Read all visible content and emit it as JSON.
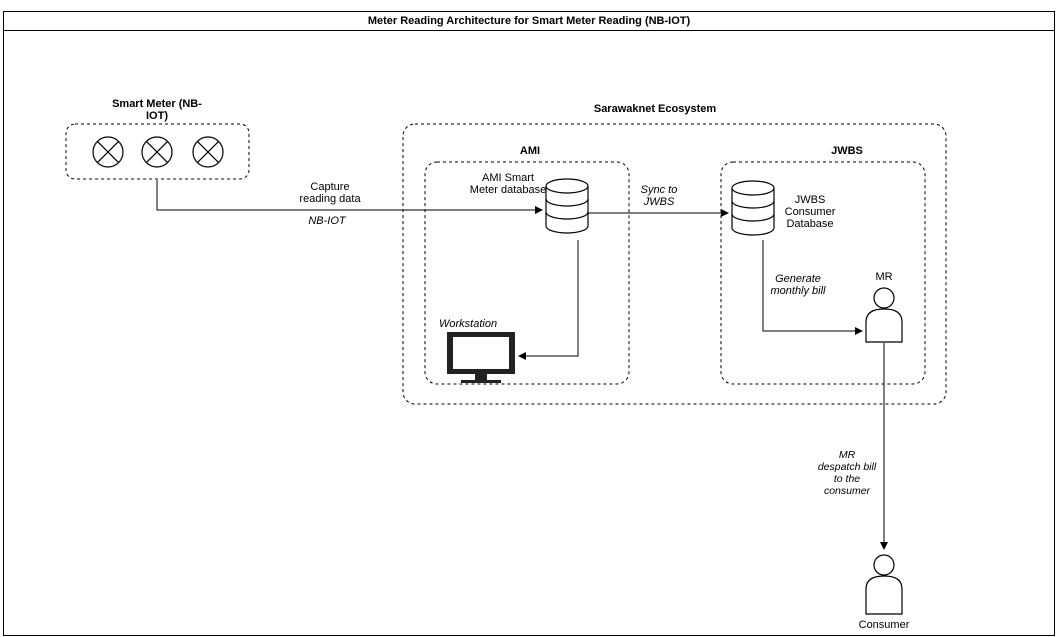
{
  "title": "Meter Reading Architecture for Smart Meter Reading (NB-IOT)",
  "smart_meter": {
    "label_line1": "Smart Meter (NB-",
    "label_line2": "IOT)",
    "meter_icon": "meter-x-circle-icon"
  },
  "ecosystem": {
    "label": "Sarawaknet Ecosystem"
  },
  "ami": {
    "label": "AMI",
    "db_label_line1": "AMI Smart",
    "db_label_line2": "Meter database",
    "workstation_label": "Workstation"
  },
  "jwbs": {
    "label": "JWBS",
    "db_label_line1": "JWBS",
    "db_label_line2": "Consumer",
    "db_label_line3": "Database",
    "mr_label": "MR"
  },
  "edges": {
    "capture_line1": "Capture",
    "capture_line2": "reading data",
    "nbiot": "NB-IOT",
    "sync_line1": "Sync to",
    "sync_line2": "JWBS",
    "generate_line1": "Generate",
    "generate_line2": "monthly bill",
    "despatch_line1": "MR",
    "despatch_line2": "despatch bill",
    "despatch_line3": "to the",
    "despatch_line4": "consumer"
  },
  "consumer": {
    "label": "Consumer"
  }
}
